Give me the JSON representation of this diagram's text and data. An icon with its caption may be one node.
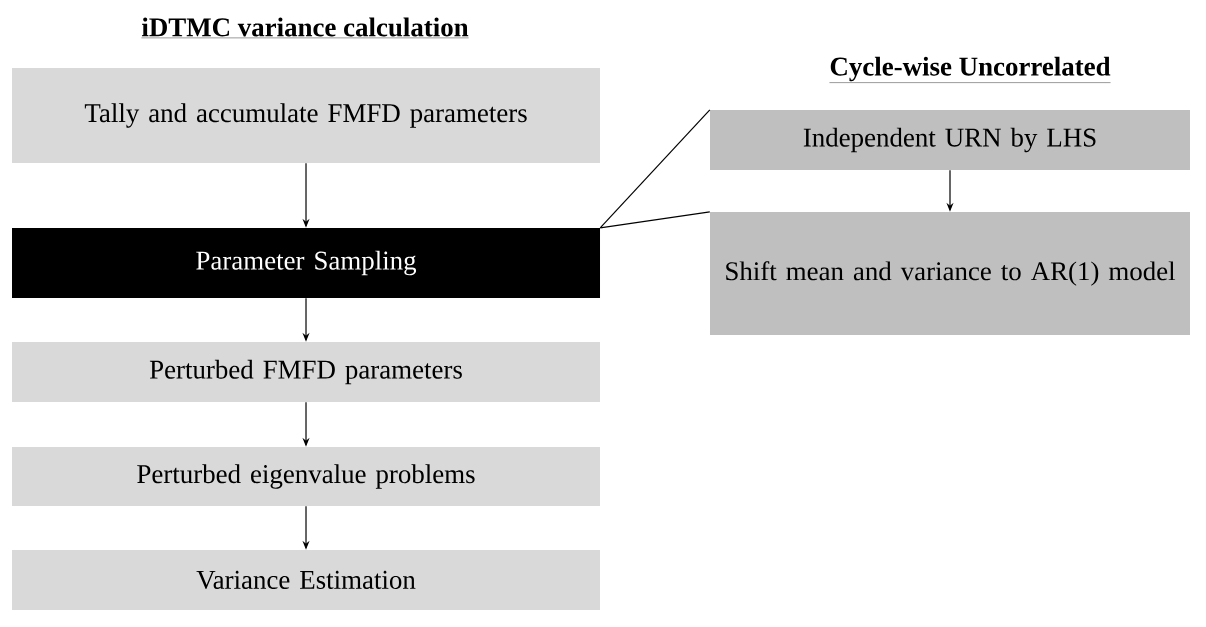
{
  "diagram": {
    "title": "iDTMC variance calculation",
    "nodes": [
      {
        "text": [
          "Tally and accumulate FMFD parameters"
        ]
      },
      {
        "text": [
          "Parameter Sampling"
        ]
      },
      {
        "text": [
          "Perturbed FMFD parameters"
        ]
      },
      {
        "text": [
          "Perturbed eigenvalue problems"
        ]
      },
      {
        "text": [
          "Variance Estimation"
        ]
      },
      {
        "text": [
          "Independent URN by LHS"
        ]
      },
      {
        "text": [
          "Shift mean and variance to AR(1) model"
        ]
      }
    ],
    "edges": [
      {
        "from": 0,
        "to": 1,
        "arrow": "to"
      },
      {
        "from": 1,
        "to": 2,
        "arrow": "to"
      },
      {
        "from": 2,
        "to": 3,
        "arrow": "to"
      },
      {
        "from": 3,
        "to": 4,
        "arrow": "to"
      },
      {
        "from": 5,
        "to": 6,
        "arrow": "to"
      },
      {
        "from": 1,
        "to": 5,
        "arrow": "none"
      },
      {
        "from": 1,
        "to": 6,
        "arrow": "none"
      }
    ],
    "labels": [
      "Cycle-wise Uncorrelated"
    ]
  }
}
